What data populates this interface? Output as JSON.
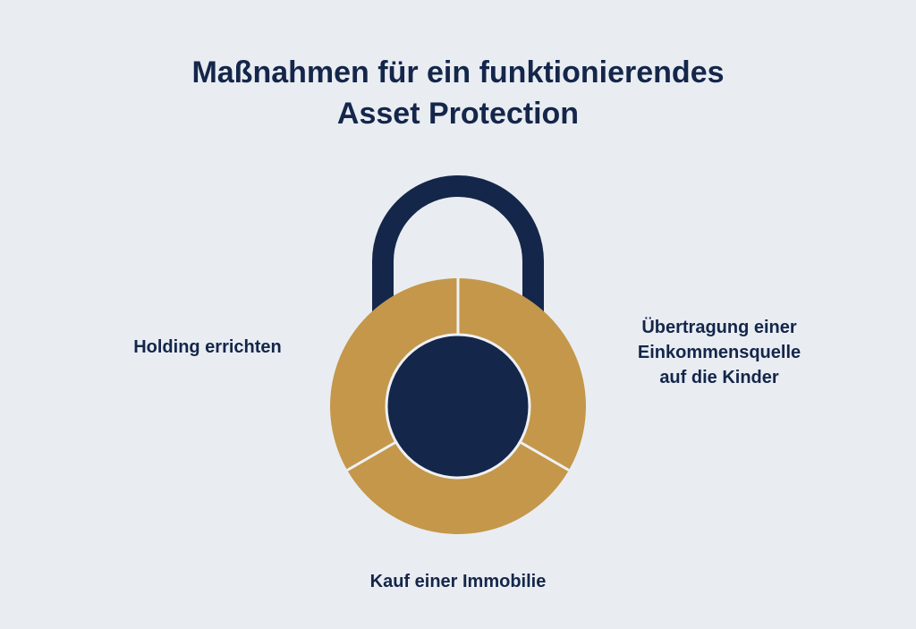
{
  "colors": {
    "background": "#E9EDF2",
    "navy": "#14264A",
    "gold": "#C4974A",
    "divider": "#EEF1F5"
  },
  "title": {
    "line1": "Maßnahmen für ein funktionierendes",
    "line2": "Asset Protection"
  },
  "labels": {
    "left": "Holding errichten",
    "right": {
      "line1": "Übertragung einer",
      "line2": "Einkommensquelle",
      "line3": "auf die Kinder"
    },
    "bottom": "Kauf einer Immobilie"
  }
}
